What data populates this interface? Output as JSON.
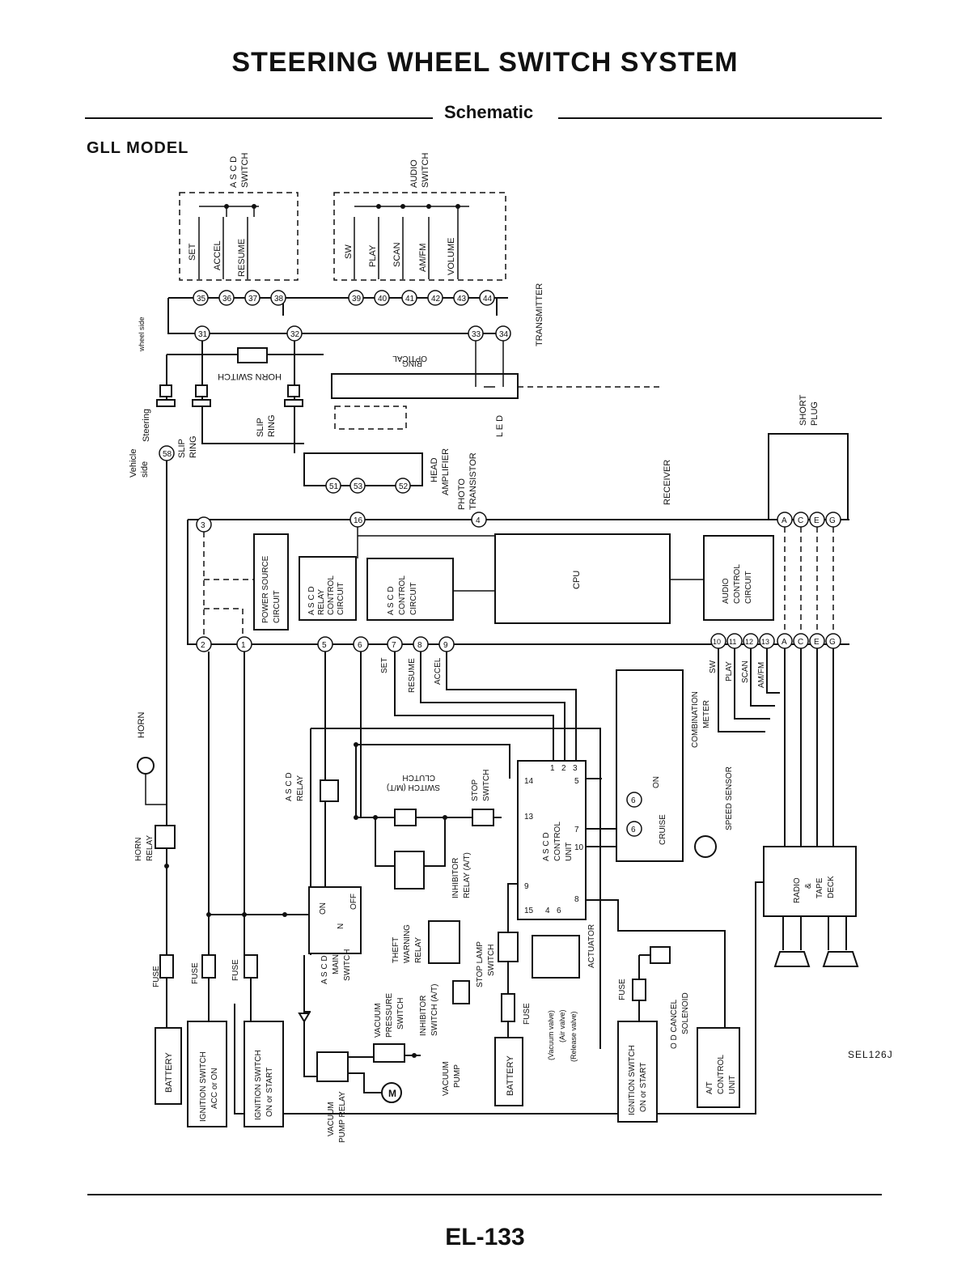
{
  "header": {
    "title": "STEERING WHEEL SWITCH SYSTEM",
    "section": "Schematic",
    "model": "GLL MODEL"
  },
  "footer": {
    "figure_code": "SEL126J",
    "page": "EL-133"
  },
  "asc_switch": {
    "title_1": "A S C D",
    "title_2": "SWITCH",
    "set": "SET",
    "accel": "ACCEL",
    "resume": "RESUME"
  },
  "audio_switch": {
    "title_1": "AUDIO",
    "title_2": "SWITCH",
    "sw": "SW",
    "play": "PLAY",
    "scan": "SCAN",
    "amfm": "AM/FM",
    "volume": "VOLUME"
  },
  "side_labels": {
    "steering_1": "Steering",
    "steering_2": "wheel side",
    "vehicle_1": "Vehicle",
    "vehicle_2": "side"
  },
  "components": {
    "transmitter": "TRANSMITTER",
    "horn_switch": "HORN SWITCH",
    "optical_ring_1": "OPTICAL",
    "optical_ring_2": "RING",
    "slip_ring_1": "SLIP",
    "slip_ring_2": "RING",
    "led": "L E D",
    "head_amp_1": "HEAD",
    "head_amp_2": "AMPLIFIER",
    "photo_1": "PHOTO",
    "photo_2": "TRANSISTOR",
    "receiver": "RECEIVER",
    "short_plug_1": "SHORT",
    "short_plug_2": "PLUG",
    "power_1": "POWER SOURCE",
    "power_2": "CIRCUIT",
    "relay_ctrl_1": "A S C D",
    "relay_ctrl_2": "RELAY",
    "relay_ctrl_3": "CONTROL",
    "relay_ctrl_4": "CIRCUIT",
    "asc_ctrl_1": "A S C D",
    "asc_ctrl_2": "CONTROL",
    "asc_ctrl_3": "CIRCUIT",
    "cpu": "CPU",
    "audio_ctrl_1": "AUDIO",
    "audio_ctrl_2": "CONTROL",
    "audio_ctrl_3": "CIRCUIT",
    "out_set": "SET",
    "out_resume": "RESUME",
    "out_accel": "ACCEL",
    "out_sw": "SW",
    "out_play": "PLAY",
    "out_scan": "SCAN",
    "out_amfm": "AM/FM",
    "horn": "HORN",
    "horn_relay_1": "HORN",
    "horn_relay_2": "RELAY",
    "ascd_relay_1": "A S C D",
    "ascd_relay_2": "RELAY",
    "clutch_1": "CLUTCH",
    "clutch_2": "SWITCH (M/T)",
    "stop_sw_1": "STOP",
    "stop_sw_2": "SWITCH",
    "inhib_relay_1": "INHIBITOR",
    "inhib_relay_2": "RELAY (A/T)",
    "ascd_unit_1": "A S C D",
    "ascd_unit_2": "CONTROL",
    "ascd_unit_3": "UNIT",
    "combo_1": "COMBINATION",
    "combo_2": "METER",
    "on": "ON",
    "cruise": "CRUISE",
    "speed_sensor": "SPEED SENSOR",
    "radio_1": "RADIO",
    "radio_2": "&",
    "radio_3": "TAPE",
    "radio_4": "DECK",
    "main_sw_1": "A S C D",
    "main_sw_2": "MAIN",
    "main_sw_3": "SWITCH",
    "sw_on": "ON",
    "sw_n": "N",
    "sw_off": "OFF",
    "theft_1": "THEFT",
    "theft_2": "WARNING",
    "theft_3": "RELAY",
    "stop_lamp_1": "STOP LAMP",
    "stop_lamp_2": "SWITCH",
    "inhib_sw_1": "INHIBITOR",
    "inhib_sw_2": "SWITCH (A/T)",
    "actuator": "ACTUATOR",
    "vac_valve": "(Vacuum valve)",
    "air_valve": "(Air valve)",
    "rel_valve": "(Release valve)",
    "fuse": "FUSE",
    "od_1": "O D CANCEL",
    "od_2": "SOLENOID",
    "battery": "BATTERY",
    "ign_acc_1": "IGNITION SWITCH",
    "ign_acc_2": "ACC or ON",
    "ign_start_1": "IGNITION SWITCH",
    "ign_start_2": "ON or START",
    "vac_pres_1": "VACUUM",
    "vac_pres_2": "PRESSURE",
    "vac_pres_3": "SWITCH",
    "vac_relay_1": "VACUUM",
    "vac_relay_2": "PUMP RELAY",
    "vac_pump_1": "VACUUM",
    "vac_pump_2": "PUMP",
    "motor": "M",
    "at_unit_1": "A/T",
    "at_unit_2": "CONTROL",
    "at_unit_3": "UNIT"
  },
  "terminals": {
    "t35": "35",
    "t36": "36",
    "t37": "37",
    "t38": "38",
    "t39": "39",
    "t40": "40",
    "t41": "41",
    "t42": "42",
    "t43": "43",
    "t44": "44",
    "t31": "31",
    "t32": "32",
    "t33": "33",
    "t34": "34",
    "t58": "58",
    "t51": "51",
    "t53": "53",
    "t52": "52",
    "t3": "3",
    "t16": "16",
    "t4": "4",
    "t2": "2",
    "t1": "1",
    "t5": "5",
    "t6": "6",
    "t7": "7",
    "t8": "8",
    "t9": "9",
    "t10": "10",
    "t11": "11",
    "t12": "12",
    "t13": "13",
    "ta": "A",
    "tc": "C",
    "te": "E",
    "tg": "G"
  },
  "unit_pins": {
    "p1": "1",
    "p2": "2",
    "p3": "3",
    "p14": "14",
    "p5": "5",
    "p13": "13",
    "p7": "7",
    "p10": "10",
    "p9": "9",
    "p15": "15",
    "p4": "4",
    "p6": "6",
    "p8": "8",
    "m6": "6",
    "m6b": "6"
  }
}
